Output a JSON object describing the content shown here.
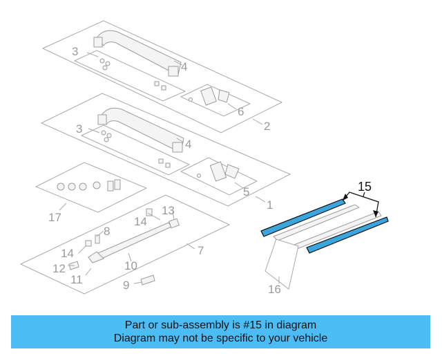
{
  "diagram": {
    "callouts": {
      "c1": "1",
      "c2": "2",
      "c3a": "3",
      "c3b": "3",
      "c4a": "4",
      "c4b": "4",
      "c5": "5",
      "c6": "6",
      "c7": "7",
      "c8": "8",
      "c9": "9",
      "c10": "10",
      "c11": "11",
      "c12": "12",
      "c13": "13",
      "c14a": "14",
      "c14b": "14",
      "c15": "15",
      "c16": "16",
      "c17": "17"
    },
    "highlight_color": "#3aa6e0"
  },
  "banner": {
    "line1": "Part or sub-assembly is #15 in diagram",
    "line2": "Diagram may not be specific to your vehicle",
    "background": "#4cbcf5"
  }
}
